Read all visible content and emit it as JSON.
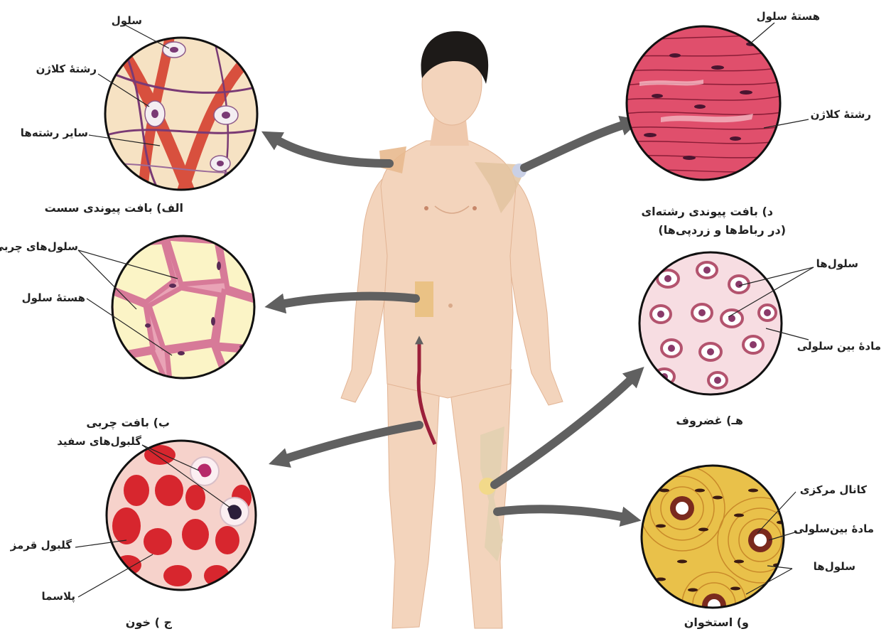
{
  "panels": {
    "loose": {
      "caption": "الف) بافت پیوندی سست",
      "labels": {
        "cell": "سلول",
        "collagen": "رشتهٔ کلاژن",
        "other_fibers": "سایر رشته‌ها"
      }
    },
    "adipose": {
      "caption": "ب) بافت چربی",
      "labels": {
        "fat_cells": "سلول‌های چربی",
        "nucleus": "هستهٔ سلول"
      }
    },
    "blood": {
      "caption": "ج ) خون",
      "labels": {
        "white_cells": "گلبول‌های سفید",
        "red_cell": "گلبول قرمز",
        "plasma": "پلاسما"
      }
    },
    "dense": {
      "caption_line1": "د) بافت پیوندی رشته‌ای",
      "caption_line2": "(در رباط‌ها و زردپی‌ها)",
      "labels": {
        "nucleus": "هستهٔ سلول",
        "collagen": "رشتهٔ کلاژن"
      }
    },
    "cartilage": {
      "caption": "هـ) غضروف",
      "labels": {
        "cells": "سلول‌ها",
        "matrix": "مادهٔ بین سلولی"
      }
    },
    "bone": {
      "caption": "و) استخوان",
      "labels": {
        "canal": "کانال مرکزی",
        "matrix": "مادهٔ بین‌سلولی",
        "cells": "سلول‌ها"
      }
    }
  },
  "colors": {
    "skin": "#f3d4bc",
    "skin_shadow": "#e2b494",
    "hair": "#1d1a18",
    "arrow": "#606060",
    "loose_bg": "#f6e2c3",
    "collagen_red": "#d8503e",
    "fiber_purple": "#7a3a75",
    "adipose_fill": "#fbf4c6",
    "adipose_wall": "#d77a98",
    "blood_bg": "#f6d2cb",
    "rbc": "#d7262e",
    "dense_bg": "#e04f6c",
    "cartilage_bg": "#f7dde2",
    "bone_bg": "#e9c14a",
    "bone_dark": "#7a2a1e"
  },
  "icons": [
    "human-body-icon",
    "arrow-icon",
    "tissue-circle-icon"
  ]
}
